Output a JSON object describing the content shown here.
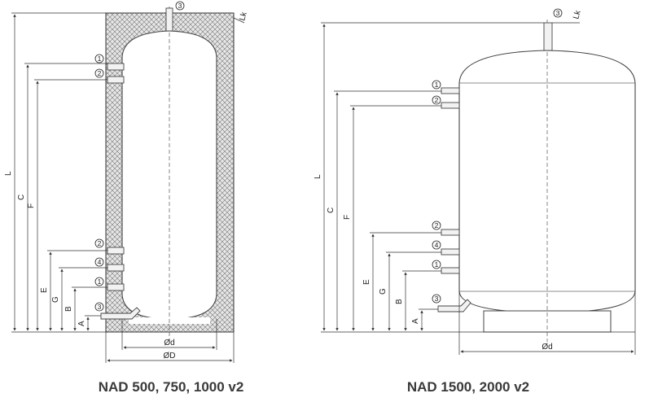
{
  "left_diagram": {
    "caption": "NAD 500, 750, 1000 v2",
    "dims": {
      "L": "L",
      "C": "C",
      "F": "F",
      "E": "E",
      "G": "G",
      "B": "B",
      "A": "A",
      "d": "Ød",
      "D": "ØD",
      "lk": "Lk"
    },
    "connections": [
      "3",
      "1",
      "2",
      "2",
      "4",
      "1",
      "3"
    ]
  },
  "right_diagram": {
    "caption": "NAD 1500, 2000 v2",
    "dims": {
      "L": "L",
      "C": "C",
      "F": "F",
      "E": "E",
      "G": "G",
      "B": "B",
      "A": "A",
      "d": "Ød",
      "lk": "Lk"
    },
    "connections": [
      "3",
      "1",
      "2",
      "2",
      "4",
      "1",
      "3"
    ]
  }
}
